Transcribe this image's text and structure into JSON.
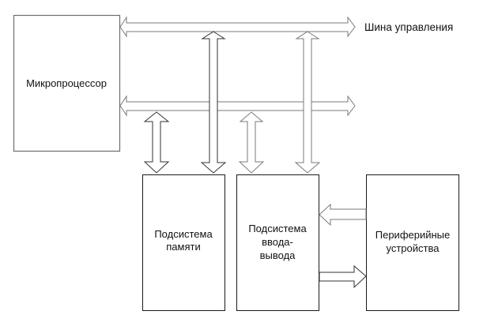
{
  "diagram": {
    "type": "block-diagram",
    "blocks": {
      "microprocessor": {
        "label": "Микропроцессор"
      },
      "memory": {
        "label_lines": [
          "Подсистема",
          "памяти"
        ]
      },
      "io": {
        "label_lines": [
          "Подсистема",
          "ввода-",
          "вывода"
        ]
      },
      "peripherals": {
        "label_lines": [
          "Периферийные",
          "устройства"
        ]
      }
    },
    "buses": {
      "control": {
        "label": "Шина управления"
      },
      "data": {
        "label": ""
      }
    },
    "connections": [
      {
        "from": "microprocessor",
        "to": "control-bus",
        "direction": "bidirectional"
      },
      {
        "from": "microprocessor",
        "to": "data-bus",
        "direction": "bidirectional"
      },
      {
        "from": "data-bus",
        "to": "memory",
        "direction": "bidirectional"
      },
      {
        "from": "control-bus",
        "to": "memory",
        "direction": "bidirectional"
      },
      {
        "from": "data-bus",
        "to": "io",
        "direction": "bidirectional"
      },
      {
        "from": "control-bus",
        "to": "io",
        "direction": "bidirectional"
      },
      {
        "from": "peripherals",
        "to": "io",
        "direction": "unidirectional"
      },
      {
        "from": "io",
        "to": "peripherals",
        "direction": "unidirectional"
      }
    ]
  }
}
